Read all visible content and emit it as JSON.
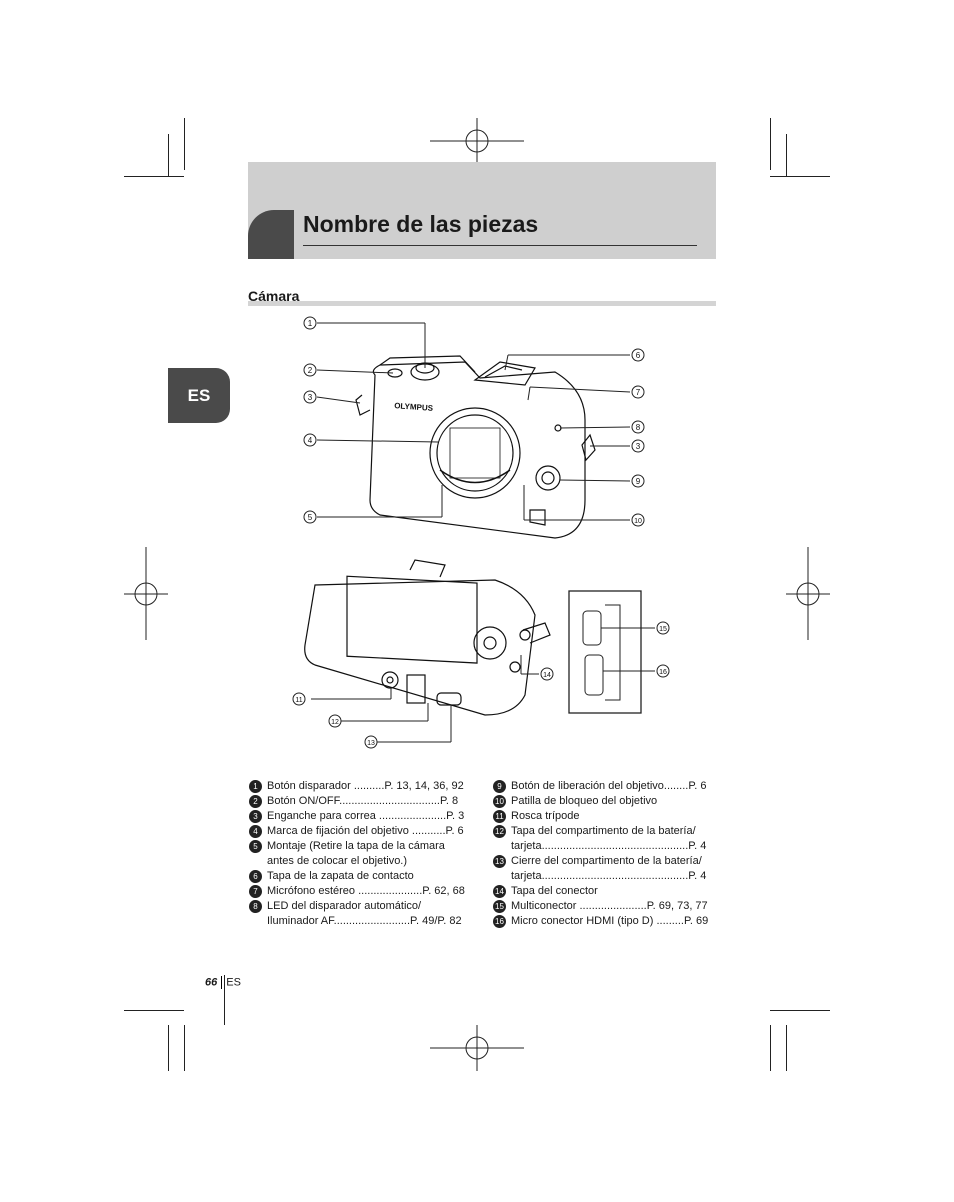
{
  "header": {
    "title": "Nombre de las piezas"
  },
  "language_tab": "ES",
  "section": {
    "title": "Cámara"
  },
  "figures": {
    "brand_logo": "OLYMPUS",
    "callouts": [
      "1",
      "2",
      "3",
      "3",
      "4",
      "5",
      "6",
      "7",
      "8",
      "9",
      "10",
      "11",
      "12",
      "13",
      "14",
      "15",
      "16"
    ]
  },
  "parts_left": [
    {
      "num": "1",
      "text": "Botón disparador ..........P. 13, 14, 36, 92"
    },
    {
      "num": "2",
      "text": "Botón ON/OFF.................................P. 8"
    },
    {
      "num": "3",
      "text": "Enganche para correa ......................P. 3"
    },
    {
      "num": "4",
      "text": "Marca de fijación del objetivo ...........P. 6"
    },
    {
      "num": "5",
      "text": "Montaje (Retire la tapa de la cámara\nantes de colocar el objetivo.)"
    },
    {
      "num": "6",
      "text": "Tapa de la zapata de contacto"
    },
    {
      "num": "7",
      "text": "Micrófono estéreo .....................P. 62, 68"
    },
    {
      "num": "8",
      "text": "LED del disparador automático/\nIluminador AF.........................P. 49/P. 82"
    }
  ],
  "parts_right": [
    {
      "num": "9",
      "text": "Botón de liberación del objetivo........P. 6"
    },
    {
      "num": "10",
      "text": "Patilla de bloqueo del objetivo"
    },
    {
      "num": "11",
      "text": "Rosca trípode"
    },
    {
      "num": "12",
      "text": "Tapa del compartimento de la batería/\ntarjeta................................................P. 4"
    },
    {
      "num": "13",
      "text": "Cierre del compartimento de la batería/\ntarjeta................................................P. 4"
    },
    {
      "num": "14",
      "text": "Tapa del conector"
    },
    {
      "num": "15",
      "text": "Multiconector ......................P. 69, 73, 77"
    },
    {
      "num": "16",
      "text": "Micro conector HDMI (tipo D) .........P. 69"
    }
  ],
  "footer": {
    "page_number": "66",
    "language": "ES"
  }
}
